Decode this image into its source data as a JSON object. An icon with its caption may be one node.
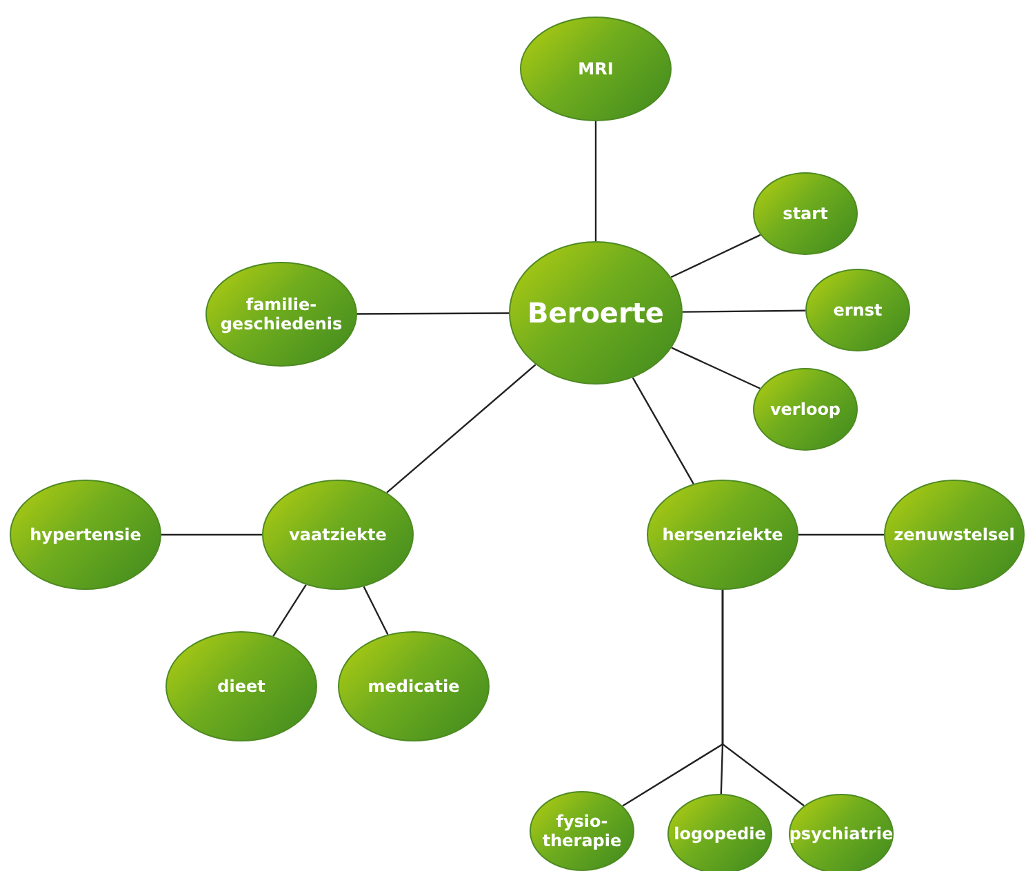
{
  "diagram": {
    "nodes": [
      {
        "text": [
          "Beroerte"
        ]
      },
      {
        "text": [
          "MRI"
        ]
      },
      {
        "text": [
          "start"
        ]
      },
      {
        "text": [
          "familie- geschiedenis"
        ]
      },
      {
        "text": [
          "ernst"
        ]
      },
      {
        "text": [
          "verloop"
        ]
      },
      {
        "text": [
          "hypertensie"
        ]
      },
      {
        "text": [
          "vaatziekte"
        ]
      },
      {
        "text": [
          "hersenziekte"
        ]
      },
      {
        "text": [
          "zenuwstelsel"
        ]
      },
      {
        "text": [
          "dieet"
        ]
      },
      {
        "text": [
          "medicatie"
        ]
      },
      {
        "text": [
          "fysio- therapie"
        ]
      },
      {
        "text": [
          "logopedie"
        ]
      },
      {
        "text": [
          "psychiatrie"
        ]
      }
    ],
    "edges": [
      {
        "from": 0,
        "to": 1,
        "arrow": "none"
      },
      {
        "from": 0,
        "to": 2,
        "arrow": "none"
      },
      {
        "from": 0,
        "to": 3,
        "arrow": "none"
      },
      {
        "from": 0,
        "to": 4,
        "arrow": "none"
      },
      {
        "from": 0,
        "to": 5,
        "arrow": "none"
      },
      {
        "from": 0,
        "to": 7,
        "arrow": "none"
      },
      {
        "from": 0,
        "to": 8,
        "arrow": "none"
      },
      {
        "from": 7,
        "to": 6,
        "arrow": "none"
      },
      {
        "from": 7,
        "to": 10,
        "arrow": "none"
      },
      {
        "from": 7,
        "to": 11,
        "arrow": "none"
      },
      {
        "from": 8,
        "to": 9,
        "arrow": "none"
      },
      {
        "from": 8,
        "to": 12,
        "arrow": "none"
      },
      {
        "from": 8,
        "to": 13,
        "arrow": "none"
      },
      {
        "from": 8,
        "to": 14,
        "arrow": "none"
      }
    ]
  }
}
